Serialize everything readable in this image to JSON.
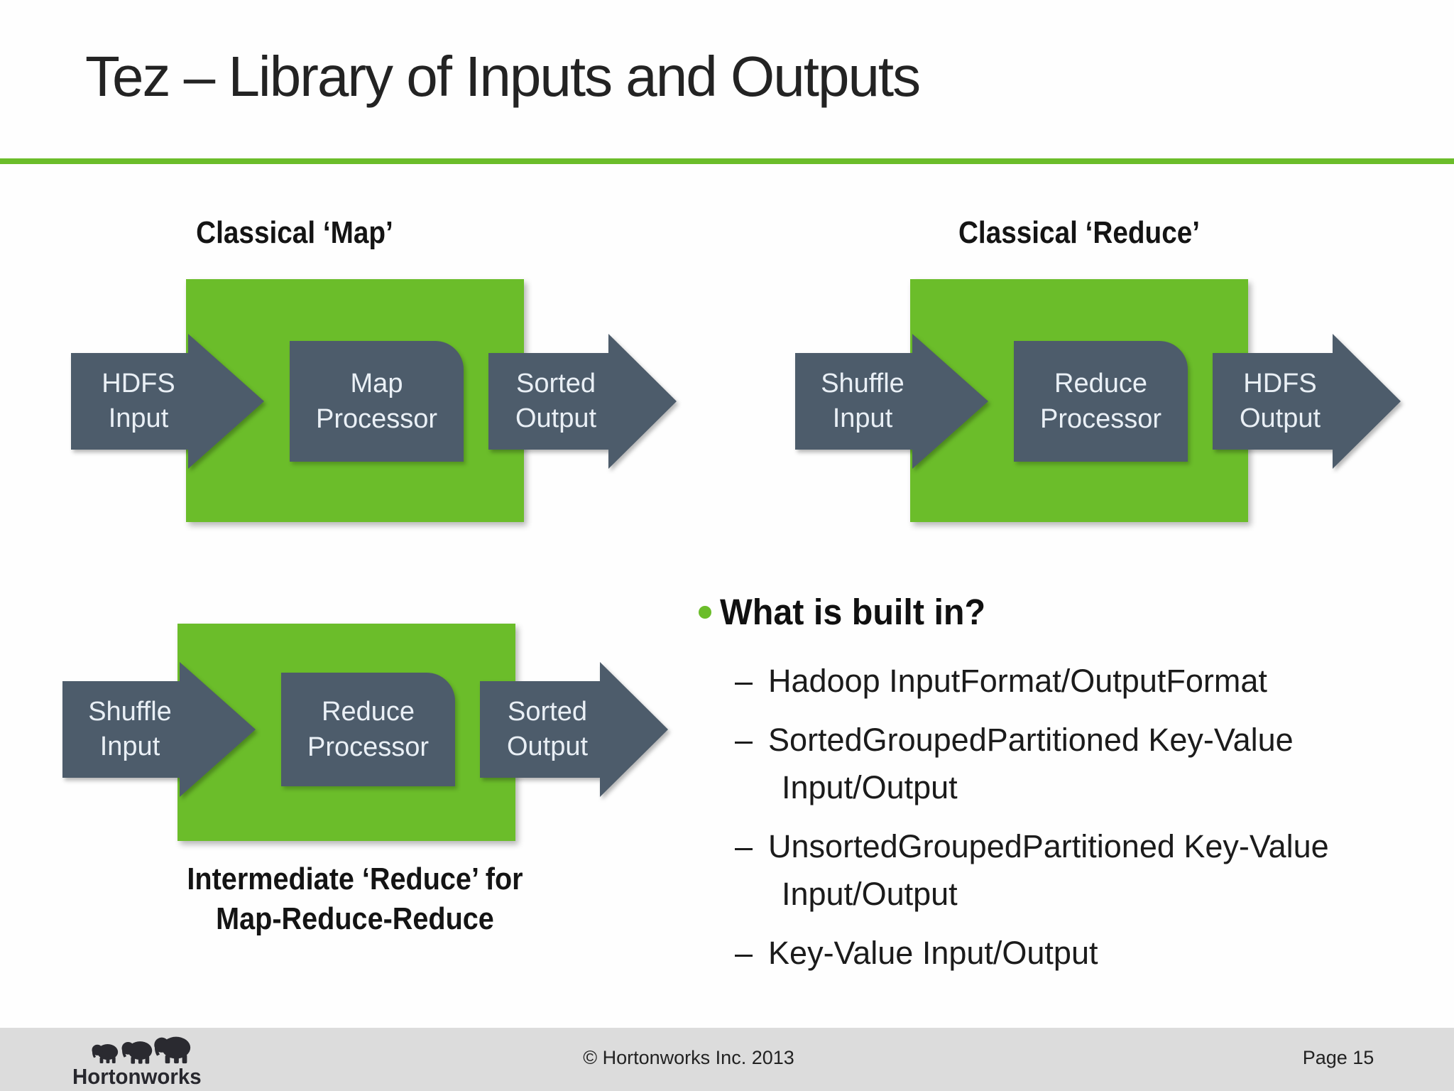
{
  "title": "Tez – Library of Inputs and Outputs",
  "diagrams": [
    {
      "heading": "Classical ‘Map’",
      "input": [
        "HDFS",
        "Input"
      ],
      "processor": [
        "Map",
        "Processor"
      ],
      "output": [
        "Sorted",
        "Output"
      ]
    },
    {
      "heading": "Classical ‘Reduce’",
      "input": [
        "Shuffle",
        "Input"
      ],
      "processor": [
        "Reduce",
        "Processor"
      ],
      "output": [
        "HDFS",
        "Output"
      ]
    },
    {
      "caption": [
        "Intermediate ‘Reduce’ for",
        "Map-Reduce-Reduce"
      ],
      "input": [
        "Shuffle",
        "Input"
      ],
      "processor": [
        "Reduce",
        "Processor"
      ],
      "output": [
        "Sorted",
        "Output"
      ]
    }
  ],
  "bullet_section": {
    "dash": "–",
    "heading": "What is built in?",
    "items": [
      {
        "lines": [
          "Hadoop InputFormat/OutputFormat"
        ]
      },
      {
        "lines": [
          "SortedGroupedPartitioned Key-Value",
          "Input/Output"
        ]
      },
      {
        "lines": [
          "UnsortedGroupedPartitioned Key-Value",
          "Input/Output"
        ]
      },
      {
        "lines": [
          "Key-Value Input/Output"
        ]
      }
    ]
  },
  "footer": {
    "logo": "Hortonworks",
    "copyright": "© Hortonworks Inc. 2013",
    "page": "Page 15"
  },
  "colors": {
    "green": "#6BBD2A",
    "slate": "#4D5C6B",
    "footer_bg": "#DCDCDC"
  }
}
